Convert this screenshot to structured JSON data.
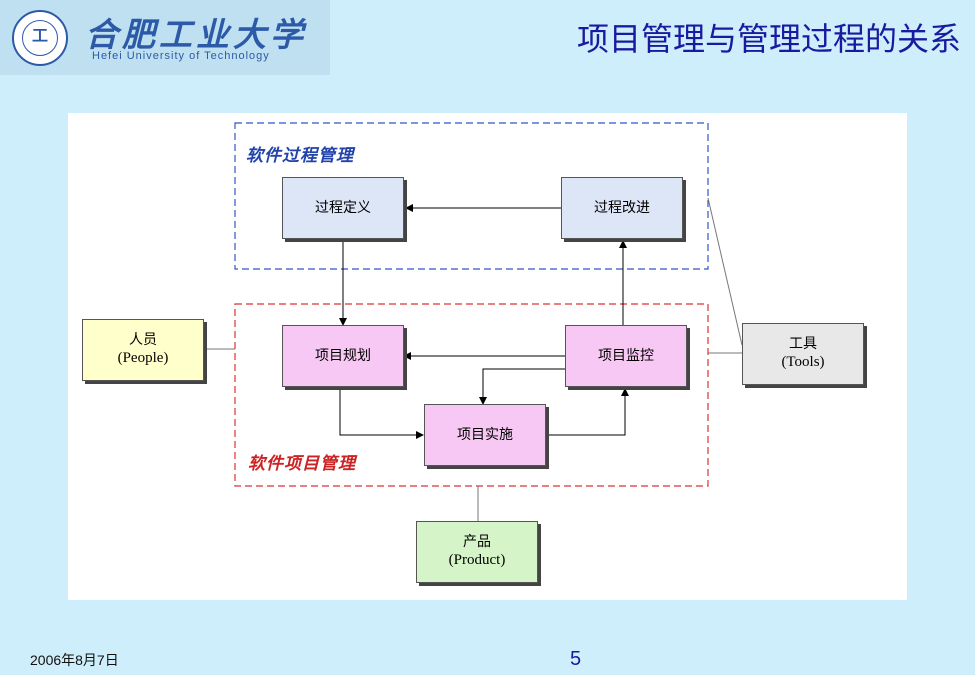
{
  "header": {
    "logo_cn": "合肥工业大学",
    "logo_en": "Hefei University of Technology",
    "title": "项目管理与管理过程的关系"
  },
  "diagram": {
    "groups": {
      "process": "软件过程管理",
      "project": "软件项目管理"
    },
    "nodes": {
      "process_definition": "过程定义",
      "process_improvement": "过程改进",
      "project_planning": "项目规划",
      "project_monitoring": "项目监控",
      "project_execution": "项目实施",
      "people_cn": "人员",
      "people_en": "(People)",
      "tools_cn": "工具",
      "tools_en": "(Tools)",
      "product_cn": "产品",
      "product_en": "(Product)"
    },
    "colors": {
      "process_frame": "#3355cc",
      "project_frame": "#dd3333",
      "process_label": "#2244aa",
      "project_label": "#cc2222"
    }
  },
  "footer": {
    "date": "2006年8月7日",
    "page": "5"
  }
}
